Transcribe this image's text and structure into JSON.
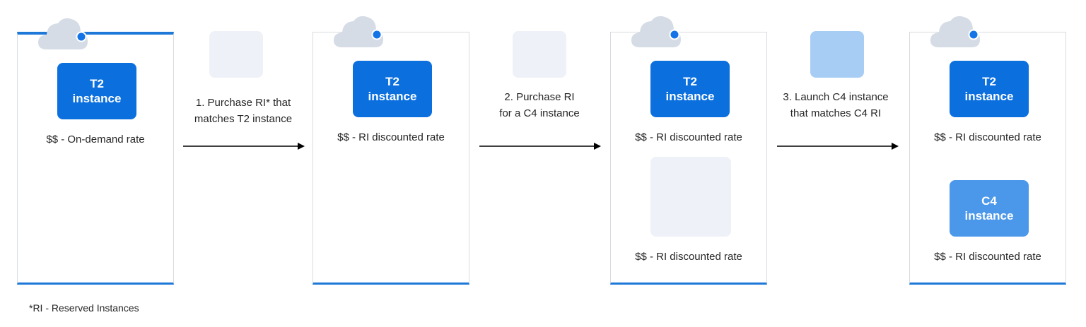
{
  "panels": [
    {
      "instance_line1": "T2",
      "instance_line2": "instance",
      "rate": "$$ - On-demand rate"
    },
    {
      "instance_line1": "T2",
      "instance_line2": "instance",
      "rate": "$$ - RI discounted rate"
    },
    {
      "instance_line1": "T2",
      "instance_line2": "instance",
      "rate": "$$ - RI discounted rate",
      "second_rate": "$$ - RI discounted rate"
    },
    {
      "instance_line1": "T2",
      "instance_line2": "instance",
      "rate": "$$ - RI discounted rate",
      "second_instance_line1": "C4",
      "second_instance_line2": "instance",
      "second_rate": "$$ - RI discounted rate"
    }
  ],
  "steps": [
    {
      "line1": "1. Purchase RI* that",
      "line2": "matches T2 instance"
    },
    {
      "line1": "2. Purchase RI",
      "line2": "for a C4 instance"
    },
    {
      "line1": "3. Launch C4 instance",
      "line2": "that matches C4 RI"
    }
  ],
  "footnote": "*RI - Reserved Instances",
  "colors": {
    "accent": "#1e78d8",
    "t2_box": "#0b6fde",
    "c4_box": "#4b98ea",
    "placeholder": "#eef1f7",
    "step3_square": "#a8cdf5"
  },
  "icons": [
    "cloud-icon",
    "arrow-right-icon"
  ]
}
